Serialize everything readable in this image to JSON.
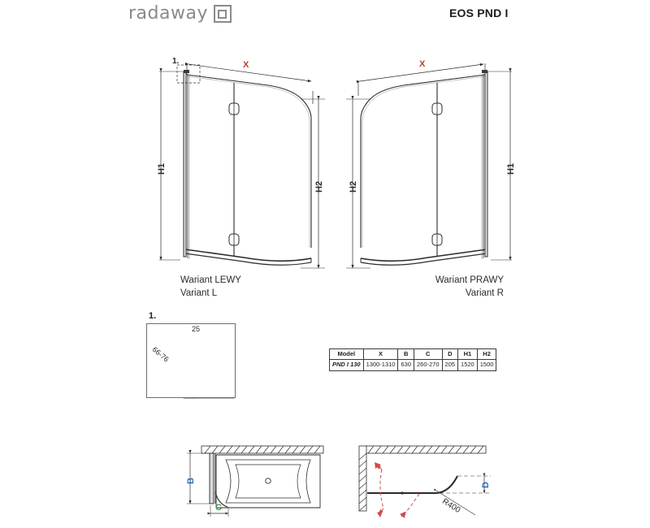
{
  "header": {
    "logo_text": "radaway",
    "logo_icon": "square-logo-icon",
    "model_title": "EOS PND I"
  },
  "drawings": {
    "left": {
      "caption_pl": "Wariant LEWY",
      "caption_en": "Variant L",
      "dim_x": "X",
      "dim_h1": "H1",
      "dim_h2": "H2",
      "callout": "1."
    },
    "right": {
      "caption_pl": "Wariant PRAWY",
      "caption_en": "Variant R",
      "dim_x": "X",
      "dim_h1": "H1",
      "dim_h2": "H2"
    }
  },
  "detail": {
    "number": "1.",
    "dim_top": "25",
    "dim_side": "66-76"
  },
  "plan_view": {
    "dim_b": "B",
    "dim_c": "C"
  },
  "swing_view": {
    "dim_d": "D",
    "radius": "R400"
  },
  "table": {
    "headers": [
      "Model",
      "X",
      "B",
      "C",
      "D",
      "H1",
      "H2"
    ],
    "rows": [
      [
        "PND I 130",
        "1300-1310",
        "630",
        "260-270",
        "205",
        "1520",
        "1500"
      ]
    ]
  },
  "colors": {
    "x_label": "#c0392b",
    "b_label": "#2f6fb5",
    "c_label": "#3f9a4d",
    "d_label": "#2f6fb5",
    "line": "#2b2b2b",
    "glass": "#2f7fc1"
  }
}
